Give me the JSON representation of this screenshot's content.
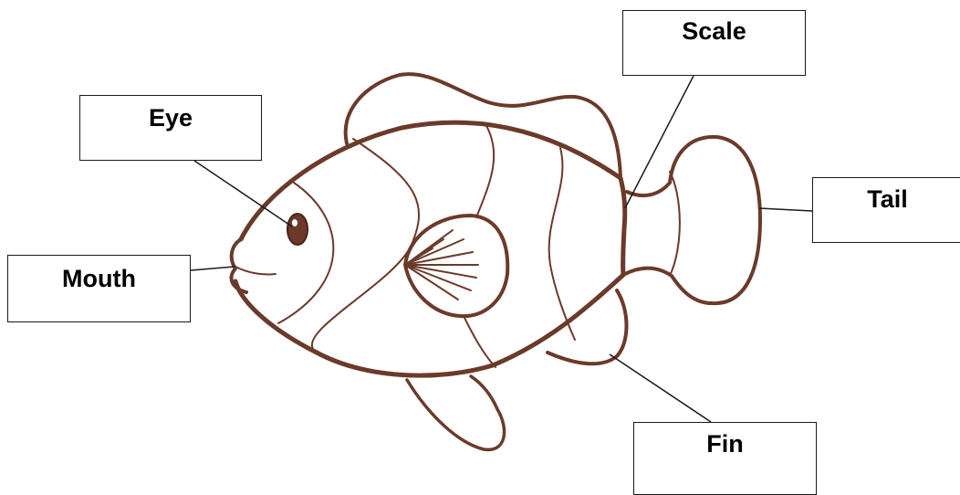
{
  "diagram": {
    "labels": {
      "scale": "Scale",
      "eye": "Eye",
      "tail": "Tail",
      "mouth": "Mouth",
      "fin": "Fin"
    },
    "colors": {
      "outline": "#6b3a2a",
      "leader_line": "#1a1a1a",
      "label_border": "#1a1a1a",
      "label_text": "#000000",
      "background": "#ffffff"
    }
  }
}
